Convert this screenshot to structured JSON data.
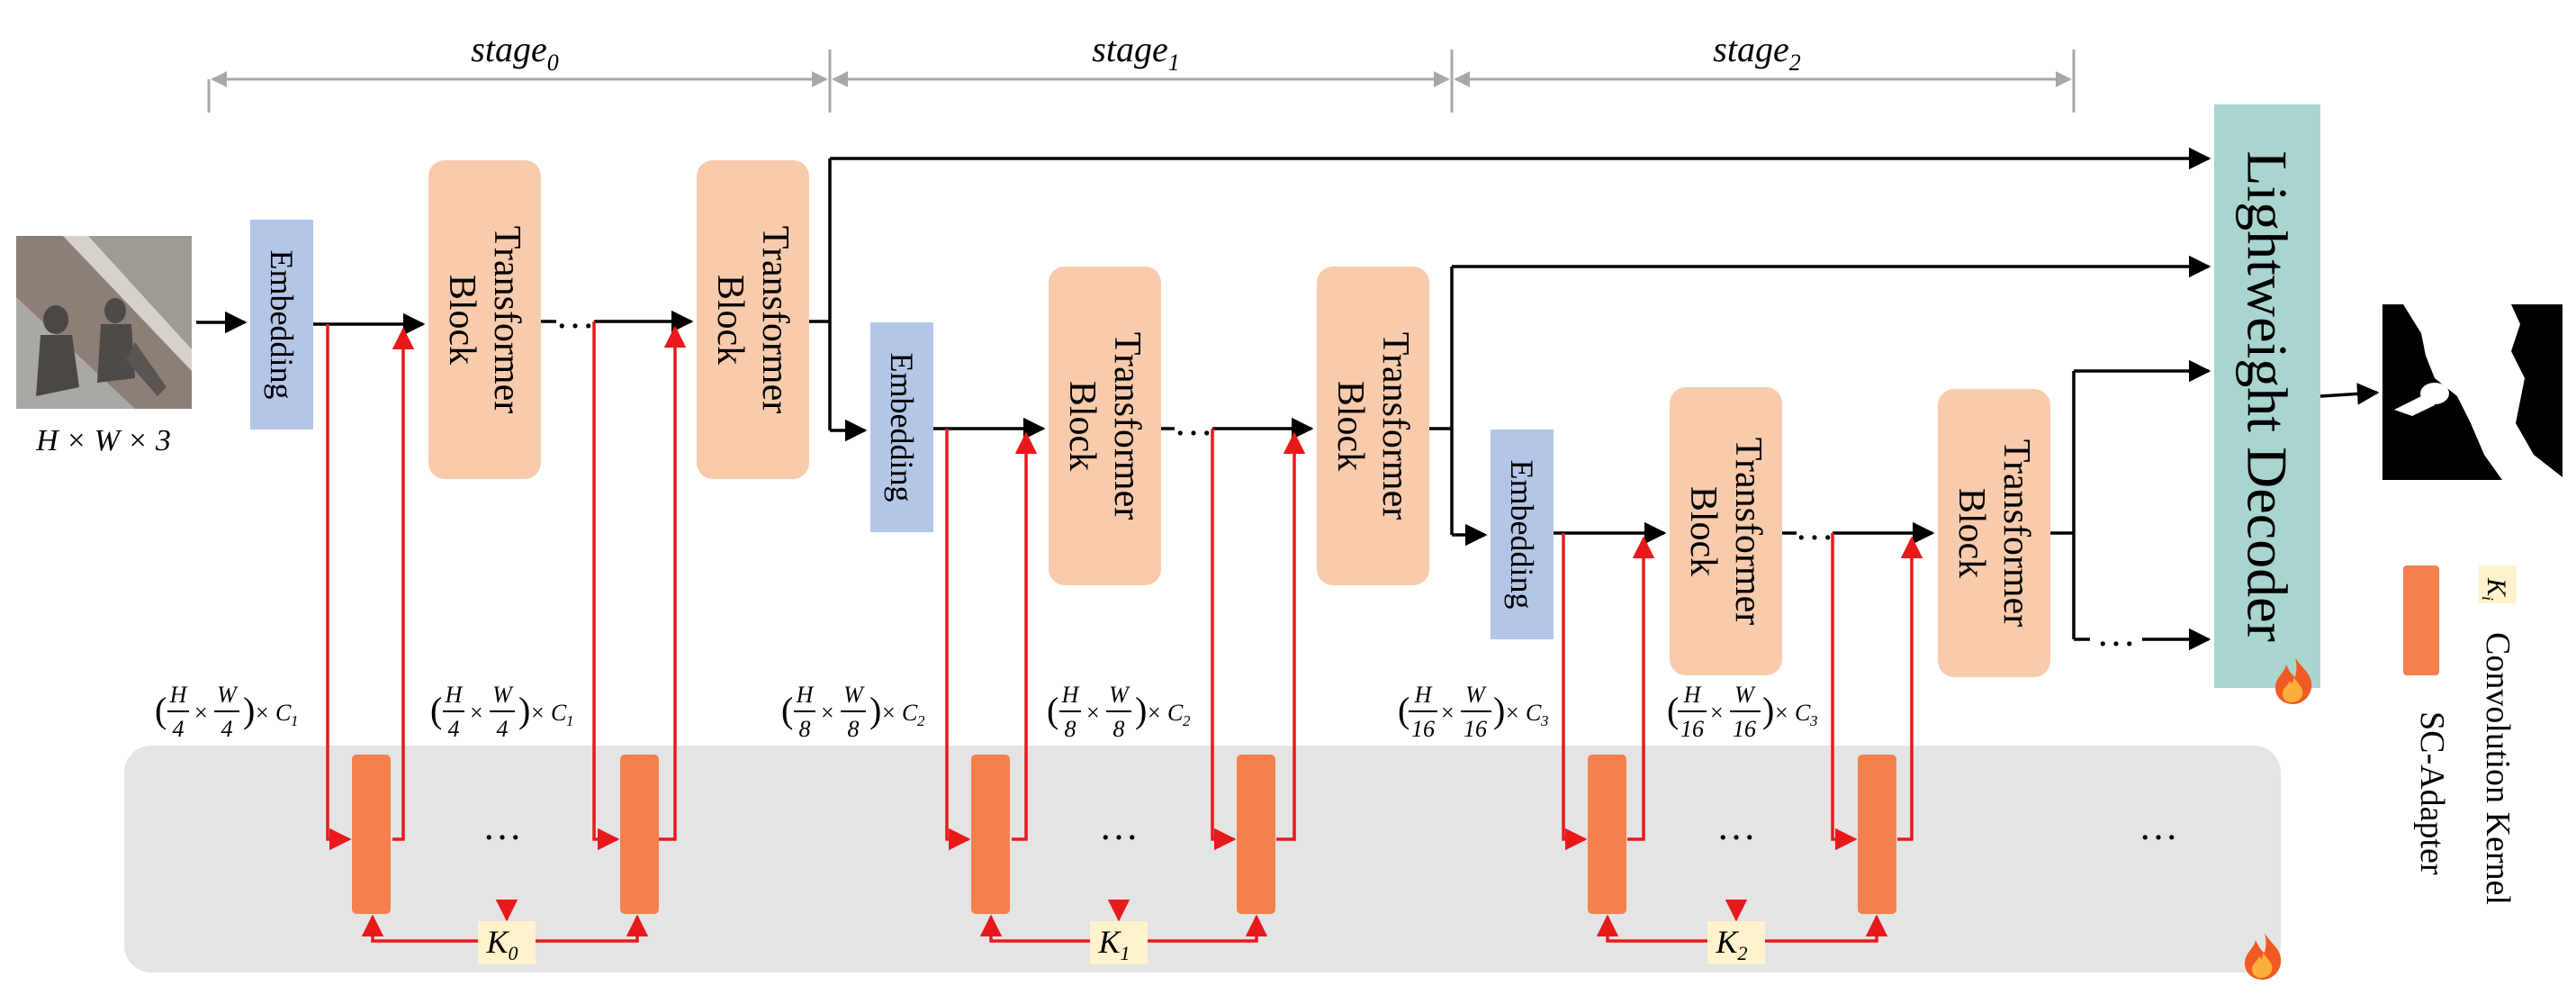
{
  "stages": [
    {
      "name": "stage",
      "sub": "0"
    },
    {
      "name": "stage",
      "sub": "1"
    },
    {
      "name": "stage",
      "sub": "2"
    }
  ],
  "input_label": "H × W × 3",
  "embedding_label": "Embedding",
  "transformer_label_line1": "Transformer",
  "transformer_label_line2": "Block",
  "decoder_label": "Lightweight Decoder",
  "ellipsis": "…",
  "dims": [
    {
      "h": "H",
      "hd": "4",
      "w": "W",
      "wd": "4",
      "c": "C",
      "ci": "1"
    },
    {
      "h": "H",
      "hd": "4",
      "w": "W",
      "wd": "4",
      "c": "C",
      "ci": "1"
    },
    {
      "h": "H",
      "hd": "8",
      "w": "W",
      "wd": "8",
      "c": "C",
      "ci": "2"
    },
    {
      "h": "H",
      "hd": "8",
      "w": "W",
      "wd": "8",
      "c": "C",
      "ci": "2"
    },
    {
      "h": "H",
      "hd": "16",
      "w": "W",
      "wd": "16",
      "c": "C",
      "ci": "3"
    },
    {
      "h": "H",
      "hd": "16",
      "w": "W",
      "wd": "16",
      "c": "C",
      "ci": "3"
    }
  ],
  "kernels": [
    {
      "k": "K",
      "sub": "0"
    },
    {
      "k": "K",
      "sub": "1"
    },
    {
      "k": "K",
      "sub": "2"
    }
  ],
  "legend": {
    "kernel_symbol": "K",
    "kernel_sub": "i",
    "kernel_text": "Convolution Kernel",
    "adapter_text": "SC-Adapter"
  },
  "colors": {
    "embedding": "#b4c6e7",
    "transformer": "#f8cbad",
    "decoder": "#a9d5cf",
    "adapter": "#f4804e",
    "kernel_box": "#fff2cc",
    "panel": "#e4e4e4",
    "arrow_black": "#000000",
    "arrow_red": "#e8191b",
    "stage_line": "#a8a8a8"
  }
}
